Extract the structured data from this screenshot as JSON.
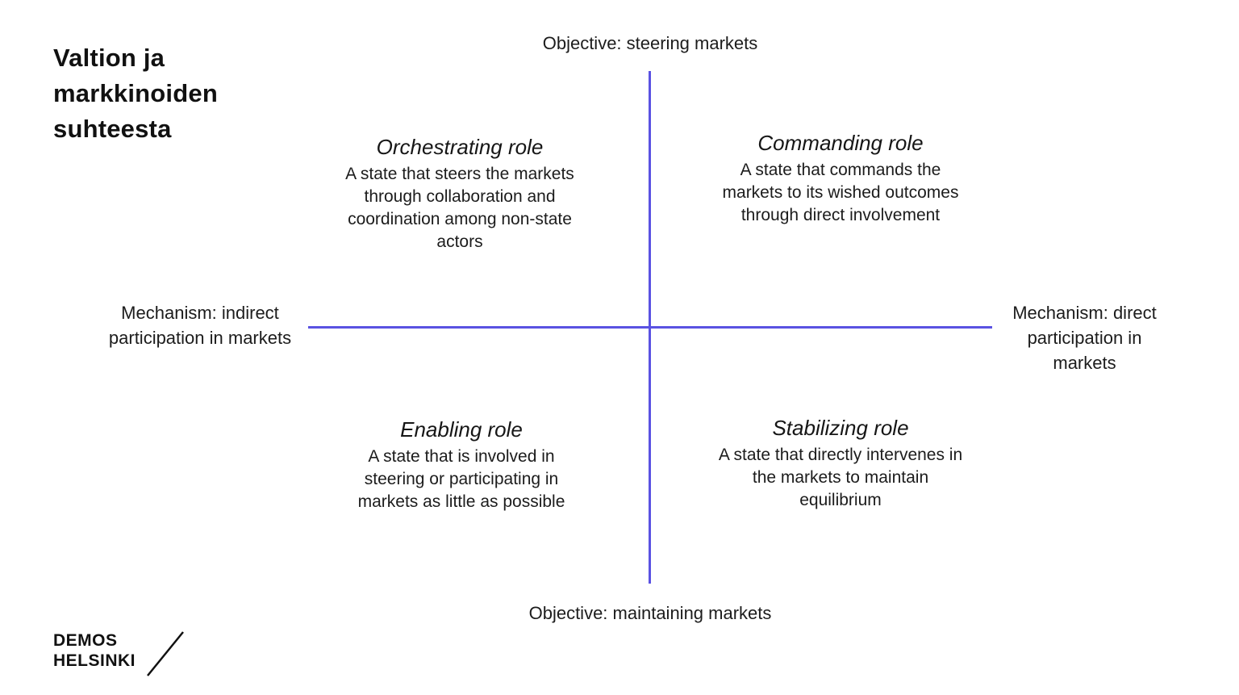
{
  "page": {
    "title": "Valtion ja markkinoiden suhteesta"
  },
  "axes": {
    "top_label": "Objective: steering markets",
    "bottom_label": "Objective: maintaining markets",
    "left_label": "Mechanism: indirect participation in markets",
    "right_label": "Mechanism: direct participation in markets",
    "line_color": "#5a52e2"
  },
  "quadrants": [
    {
      "position": "top-left",
      "title": "Orchestrating role",
      "description": "A state that steers the markets through collaboration and coordination among non-state actors"
    },
    {
      "position": "top-right",
      "title": "Commanding role",
      "description": "A state that commands the markets to its wished outcomes through direct involvement"
    },
    {
      "position": "bottom-left",
      "title": "Enabling role",
      "description": "A state that is involved in steering or participating in markets as little as possible"
    },
    {
      "position": "bottom-right",
      "title": "Stabilizing role",
      "description": "A state that directly intervenes in the markets to maintain equilibrium"
    }
  ],
  "logo": {
    "line1": "DEMOS",
    "line2": "HELSINKI"
  },
  "colors": {
    "background": "#ffffff",
    "text": "#1c1c1c",
    "axis_line": "#5a52e2"
  }
}
